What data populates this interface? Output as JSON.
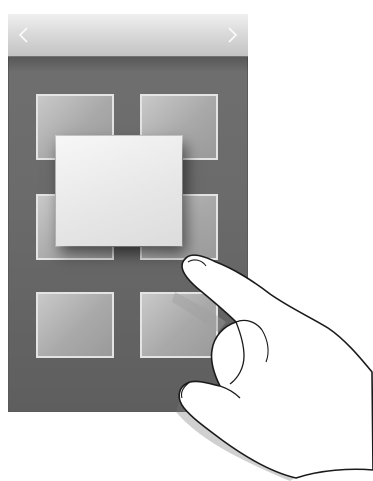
{
  "screen": {
    "title": "",
    "nav": {
      "prev_icon": "chevron-left-icon",
      "next_icon": "chevron-right-icon",
      "prev_glyph": "<",
      "next_glyph": ">"
    },
    "tiles": [
      {
        "id": "tile-1"
      },
      {
        "id": "tile-2"
      },
      {
        "id": "tile-3"
      },
      {
        "id": "tile-4"
      },
      {
        "id": "tile-5"
      },
      {
        "id": "tile-6"
      }
    ],
    "dragged_tile": {
      "id": "dragged-tile"
    },
    "gesture": "tap-and-hold-drag"
  },
  "colors": {
    "bar_top": "#f0f0f0",
    "background": "#6b6b6b",
    "tile_border": "#e4e4e4",
    "dragged_tile": "#efefef"
  }
}
